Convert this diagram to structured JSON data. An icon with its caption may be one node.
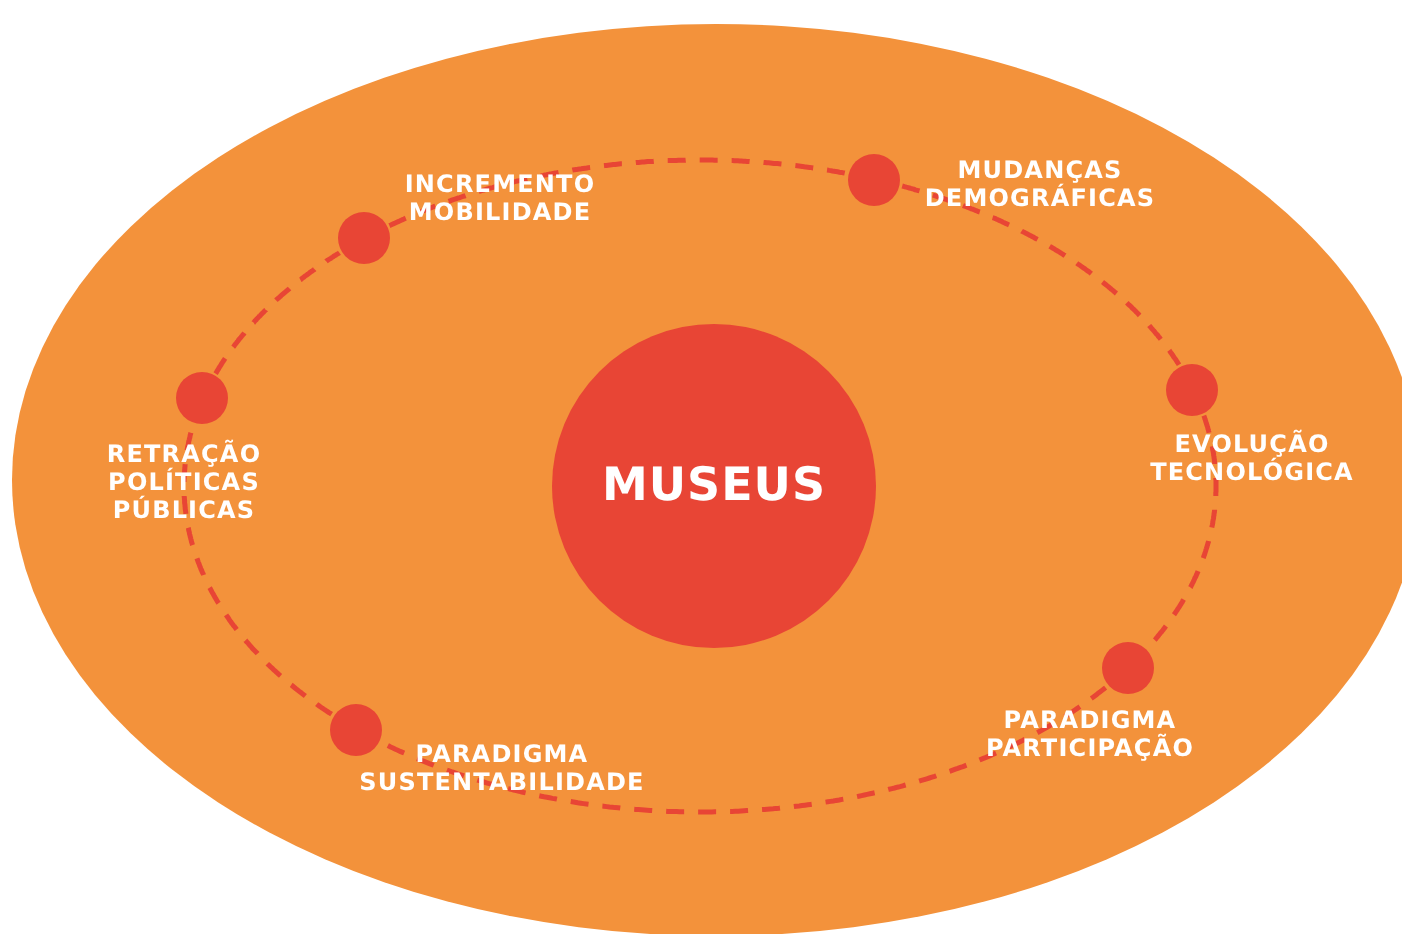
{
  "diagram": {
    "nodes": [
      {
        "text": [],
        "shape": "ellipse"
      },
      {
        "text": [
          "MUSEUS"
        ],
        "in": 0
      },
      {
        "text": [],
        "shape": "circle",
        "in": 0,
        "beside": [
          "INCREMENTO MOBILIDADE"
        ]
      },
      {
        "text": [],
        "shape": "circle",
        "in": 0,
        "beside": [
          "MUDANÇAS DEMOGRÁFICAS"
        ]
      },
      {
        "text": [],
        "shape": "circle",
        "in": 0,
        "beside": [
          "EVOLUÇÃO TECNOLÓGICA"
        ]
      },
      {
        "text": [],
        "shape": "circle",
        "in": 0,
        "beside": [
          "PARADIGMA PARTICIPAÇÃO"
        ]
      },
      {
        "text": [],
        "shape": "circle",
        "in": 0,
        "beside": [
          "PARADIGMA SUSTENTABILIDADE"
        ]
      },
      {
        "text": [],
        "shape": "circle",
        "in": 0,
        "beside": [
          "RETRAÇÃO POLÍTICAS PÚBLICAS"
        ]
      }
    ],
    "edges": [
      {
        "from": 2,
        "to": 3,
        "arrow": "none",
        "style": "dashed"
      },
      {
        "from": 3,
        "to": 4,
        "arrow": "none",
        "style": "dashed"
      },
      {
        "from": 4,
        "to": 5,
        "arrow": "none",
        "style": "dashed"
      },
      {
        "from": 5,
        "to": 6,
        "arrow": "none",
        "style": "dashed"
      },
      {
        "from": 6,
        "to": 7,
        "arrow": "none",
        "style": "dashed"
      },
      {
        "from": 7,
        "to": 2,
        "arrow": "none",
        "style": "dashed"
      }
    ]
  }
}
